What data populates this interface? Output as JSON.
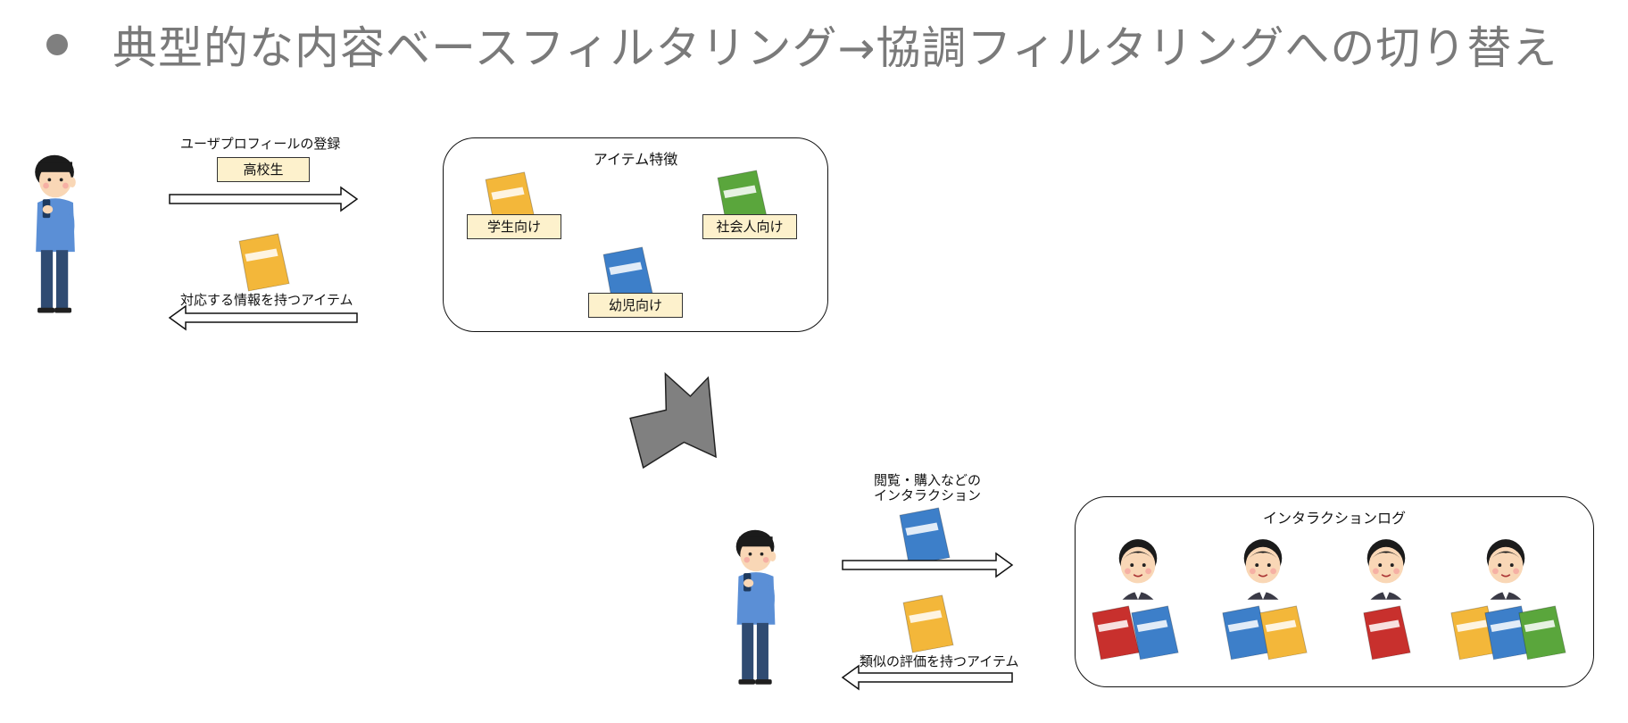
{
  "slide": {
    "title": "典型的な内容ベースフィルタリング→協調フィルタリングへの切り替え"
  },
  "content_based": {
    "profile_label": "ユーザプロフィールの登録",
    "profile_value": "高校生",
    "return_label": "対応する情報を持つアイテム",
    "features_panel_title": "アイテム特徴",
    "features": [
      "学生向け",
      "社会人向け",
      "幼児向け"
    ]
  },
  "collaborative": {
    "interaction_label_line1": "閲覧・購入などの",
    "interaction_label_line2": "インタラクション",
    "return_label": "類似の評価を持つアイテム",
    "log_panel_title": "インタラクションログ"
  },
  "colors": {
    "book_yellow": "#f3b73a",
    "book_green": "#5aa63c",
    "book_blue": "#3d7fc9",
    "book_red": "#c8302d",
    "tag_fill": "#fdf1cc",
    "transition_arrow": "#808080"
  }
}
